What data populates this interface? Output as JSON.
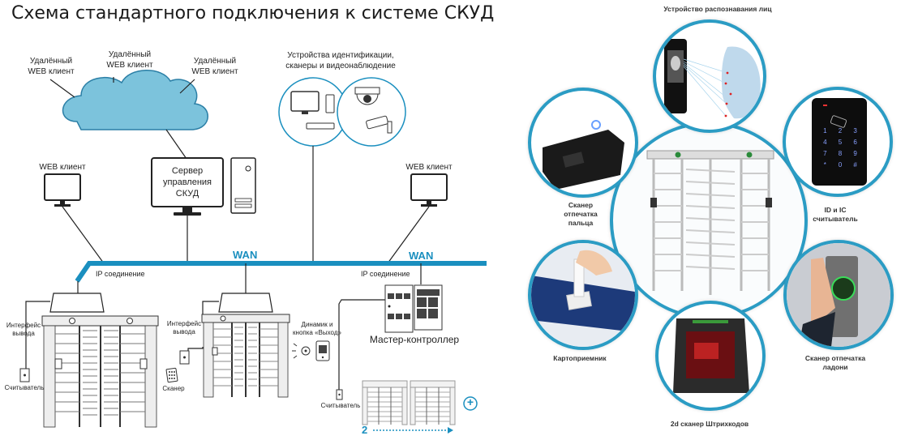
{
  "diagram": {
    "title": "Схема стандартного подключения к системе СКУД",
    "remote_clients": [
      {
        "line1": "Удалённый",
        "line2": "WEB клиент"
      },
      {
        "line1": "Удалённый",
        "line2": "WEB клиент"
      },
      {
        "line1": "Удалённый",
        "line2": "WEB клиент"
      }
    ],
    "identification_devices": {
      "line1": "Устройства идентификации,",
      "line2": "сканеры и видеонаблюдение"
    },
    "server": {
      "line1": "Сервер",
      "line2": "управления",
      "line3": "СКУД"
    },
    "web_client_left": "WEB клиент",
    "web_client_right": "WEB клиент",
    "wan_labels": [
      "WAN",
      "WAN"
    ],
    "ip_connection_labels": [
      "IP соединение",
      "IP соединение"
    ],
    "output_interface": {
      "line1": "Интерфейс",
      "line2": "вывода"
    },
    "output_interface_2": {
      "line1": "Интерфейс",
      "line2": "вывода"
    },
    "reader_label": "Считыватель",
    "reader_label_2": "Считыватель",
    "scanner_label": "Сканер",
    "speaker_button": {
      "line1": "Динамик и",
      "line2": "кнопка «Выход»"
    },
    "master_controller": "Мастер-контроллер",
    "count_label": "2",
    "add_symbol": "+",
    "colors": {
      "accent": "#1a8fbf",
      "cloud": "#7cc3dc",
      "line": "#222222"
    }
  },
  "devices": {
    "face_recognition": "Устройство распознавания лиц",
    "fingerprint": {
      "line1": "Сканер",
      "line2": "отпечатка",
      "line3": "пальца"
    },
    "id_ic_reader": {
      "line1": "ID и IC",
      "line2": "считыватель"
    },
    "card_receiver": "Картоприемник",
    "palm_scanner": {
      "line1": "Сканер отпечатка",
      "line2": "ладони"
    },
    "barcode_scanner": "2d сканер Штрихкодов",
    "keypad_keys": [
      "1",
      "2",
      "3",
      "4",
      "5",
      "6",
      "7",
      "8",
      "9",
      "*",
      "0",
      "#"
    ],
    "colors": {
      "ring": "#2b9cc4"
    }
  }
}
